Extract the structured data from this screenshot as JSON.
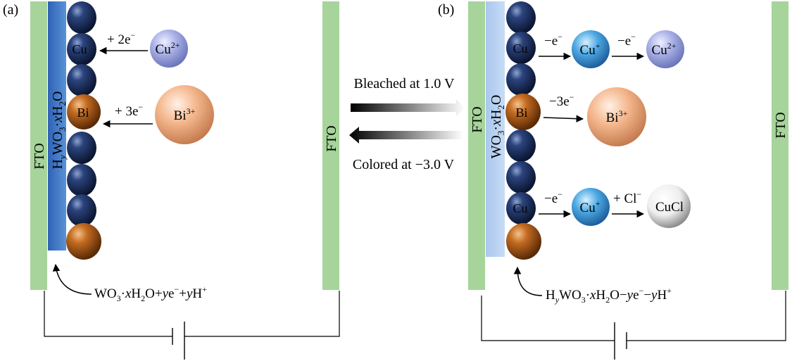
{
  "panel_a": {
    "label": "(a)",
    "left_electrode": "FTO",
    "right_electrode": "FTO",
    "film": {
      "H": "H",
      "y": "y",
      "WO3": "WO",
      "sub3": "3",
      "dot": "·",
      "x": "x",
      "H2": "H",
      "sub2": "2",
      "O": "O"
    },
    "cu_label": "Cu",
    "bi_label": "Bi",
    "cu_ion": {
      "base": "Cu",
      "charge": "2+"
    },
    "bi_ion": {
      "base": "Bi",
      "charge": "3+"
    },
    "cu_step": {
      "text": "+ 2e",
      "sup": "−"
    },
    "bi_step": {
      "text": "+ 3e",
      "sup": "−"
    },
    "reaction": {
      "p1": "WO",
      "s1": "3",
      "p2": "·",
      "x": "x",
      "p3": "H",
      "s2": "2",
      "p4": "O+",
      "y1": "y",
      "p5": "e",
      "sup1": "−",
      "p6": "+",
      "y2": "y",
      "p7": "H",
      "sup2": "+"
    }
  },
  "middle": {
    "bleached": "Bleached at 1.0 V",
    "colored": "Colored at −3.0 V"
  },
  "panel_b": {
    "label": "(b)",
    "left_electrode": "FTO",
    "right_electrode": "FTO",
    "film": {
      "WO3": "WO",
      "sub3": "3",
      "dot": "·",
      "x": "x",
      "H2": "H",
      "sub2": "2",
      "O": "O"
    },
    "cu_label_1": "Cu",
    "bi_label": "Bi",
    "cu_label_2": "Cu",
    "step1": {
      "text": "−e",
      "sup": "−"
    },
    "step2": {
      "text": "−e",
      "sup": "−"
    },
    "bi_step": {
      "text": "−3e",
      "sup": "−"
    },
    "step3": {
      "text": "−e",
      "sup": "−"
    },
    "cl_step": {
      "text": "+ Cl",
      "sup": "−"
    },
    "cu_plus_1": {
      "base": "Cu",
      "charge": "+"
    },
    "cu_2plus": {
      "base": "Cu",
      "charge": "2+"
    },
    "bi_ion": {
      "base": "Bi",
      "charge": "3+"
    },
    "cu_plus_2": {
      "base": "Cu",
      "charge": "+"
    },
    "cucl": "CuCl",
    "reaction": {
      "p1": "H",
      "y1": "y",
      "p2": "WO",
      "s1": "3",
      "p3": "·",
      "x": "x",
      "p4": "H",
      "s2": "2",
      "p5": "O−",
      "y2": "y",
      "p6": "e",
      "sup1": "−",
      "p7": "−",
      "y3": "y",
      "p8": "H",
      "sup2": "+"
    }
  },
  "colors": {
    "fto_green": "#a6d49a",
    "film_blue_a": "#3a78c8",
    "film_blue_b": "#b4d0f0",
    "sphere_navy": "#1c2f5e",
    "sphere_copper": "#b8621c",
    "cu2_ion": "#a8b0e6",
    "bi3_ion": "#f2b890",
    "cu_plus_ion": "#4aa6e0"
  }
}
